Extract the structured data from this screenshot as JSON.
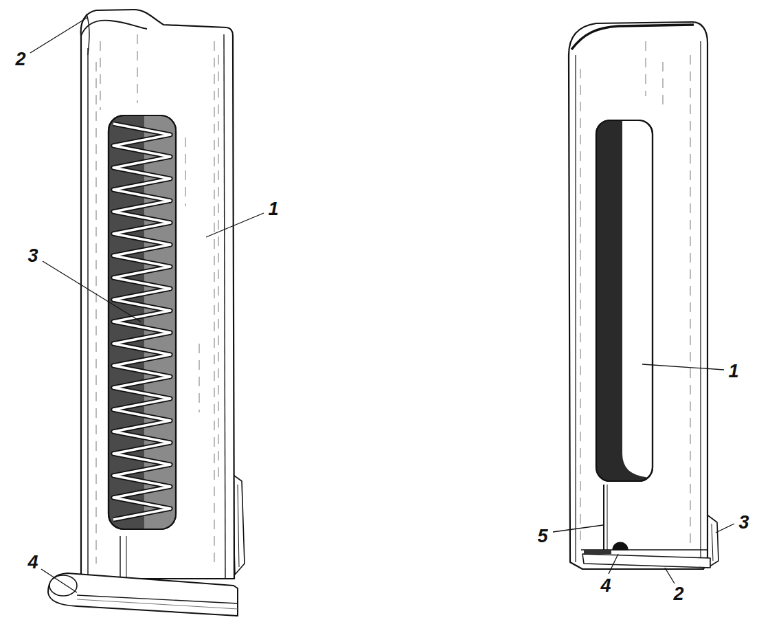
{
  "diagram": {
    "labels": [
      "2",
      "1",
      "3",
      "4",
      "1",
      "5",
      "3",
      "4",
      "2"
    ]
  }
}
